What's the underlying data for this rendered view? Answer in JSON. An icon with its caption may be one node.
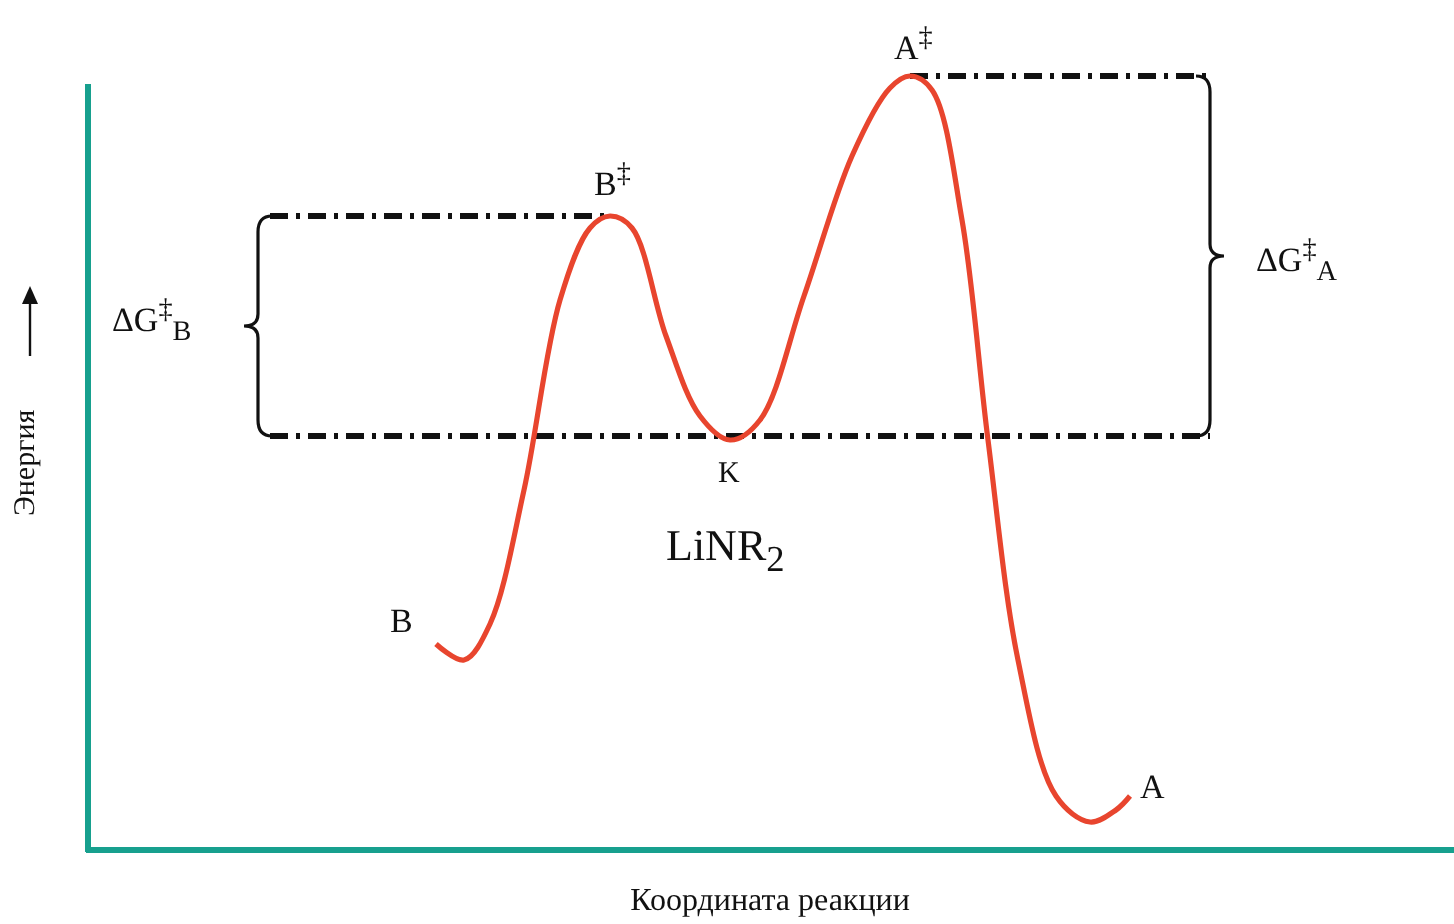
{
  "diagram": {
    "labels": [
      "A$^{‡}$",
      "B$^{‡}$",
      "ΔG$^{‡}$$_{B}$",
      "ΔG$^{‡}$$_{A}$",
      "K",
      "LiNR$_{2}$",
      "B",
      "A",
      "Энергия",
      "Координата реакции"
    ]
  }
}
